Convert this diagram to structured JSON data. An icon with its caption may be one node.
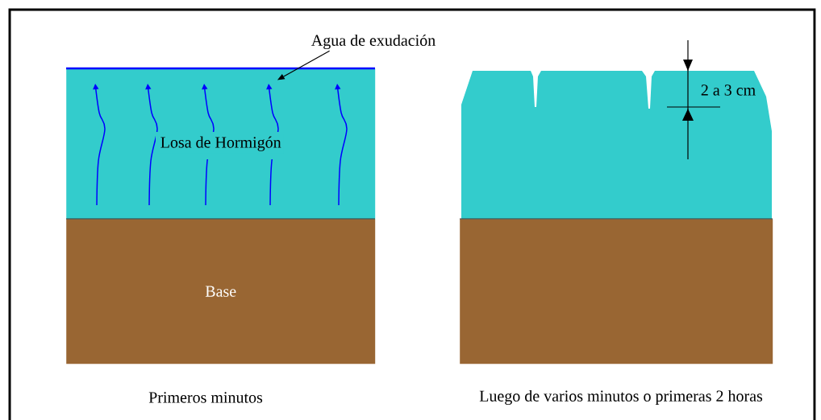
{
  "diagram": {
    "nodes": [
      {
        "text": [
          "Losa de Hormigón"
        ]
      },
      {
        "text": [
          "Base"
        ]
      },
      {
        "text": [
          "Agua de exudación"
        ]
      },
      {
        "text": [],
        "shape": "bar"
      },
      {
        "text": [],
        "shape": "box"
      },
      {
        "text": [],
        "shape": "box"
      }
    ],
    "edges": [
      {
        "from": 2,
        "to": 3,
        "arrow": "to"
      }
    ],
    "labels": [
      "2 a 3 cm",
      "Primeros minutos",
      "Luego de varios minutos o primeras 2 horas"
    ]
  }
}
